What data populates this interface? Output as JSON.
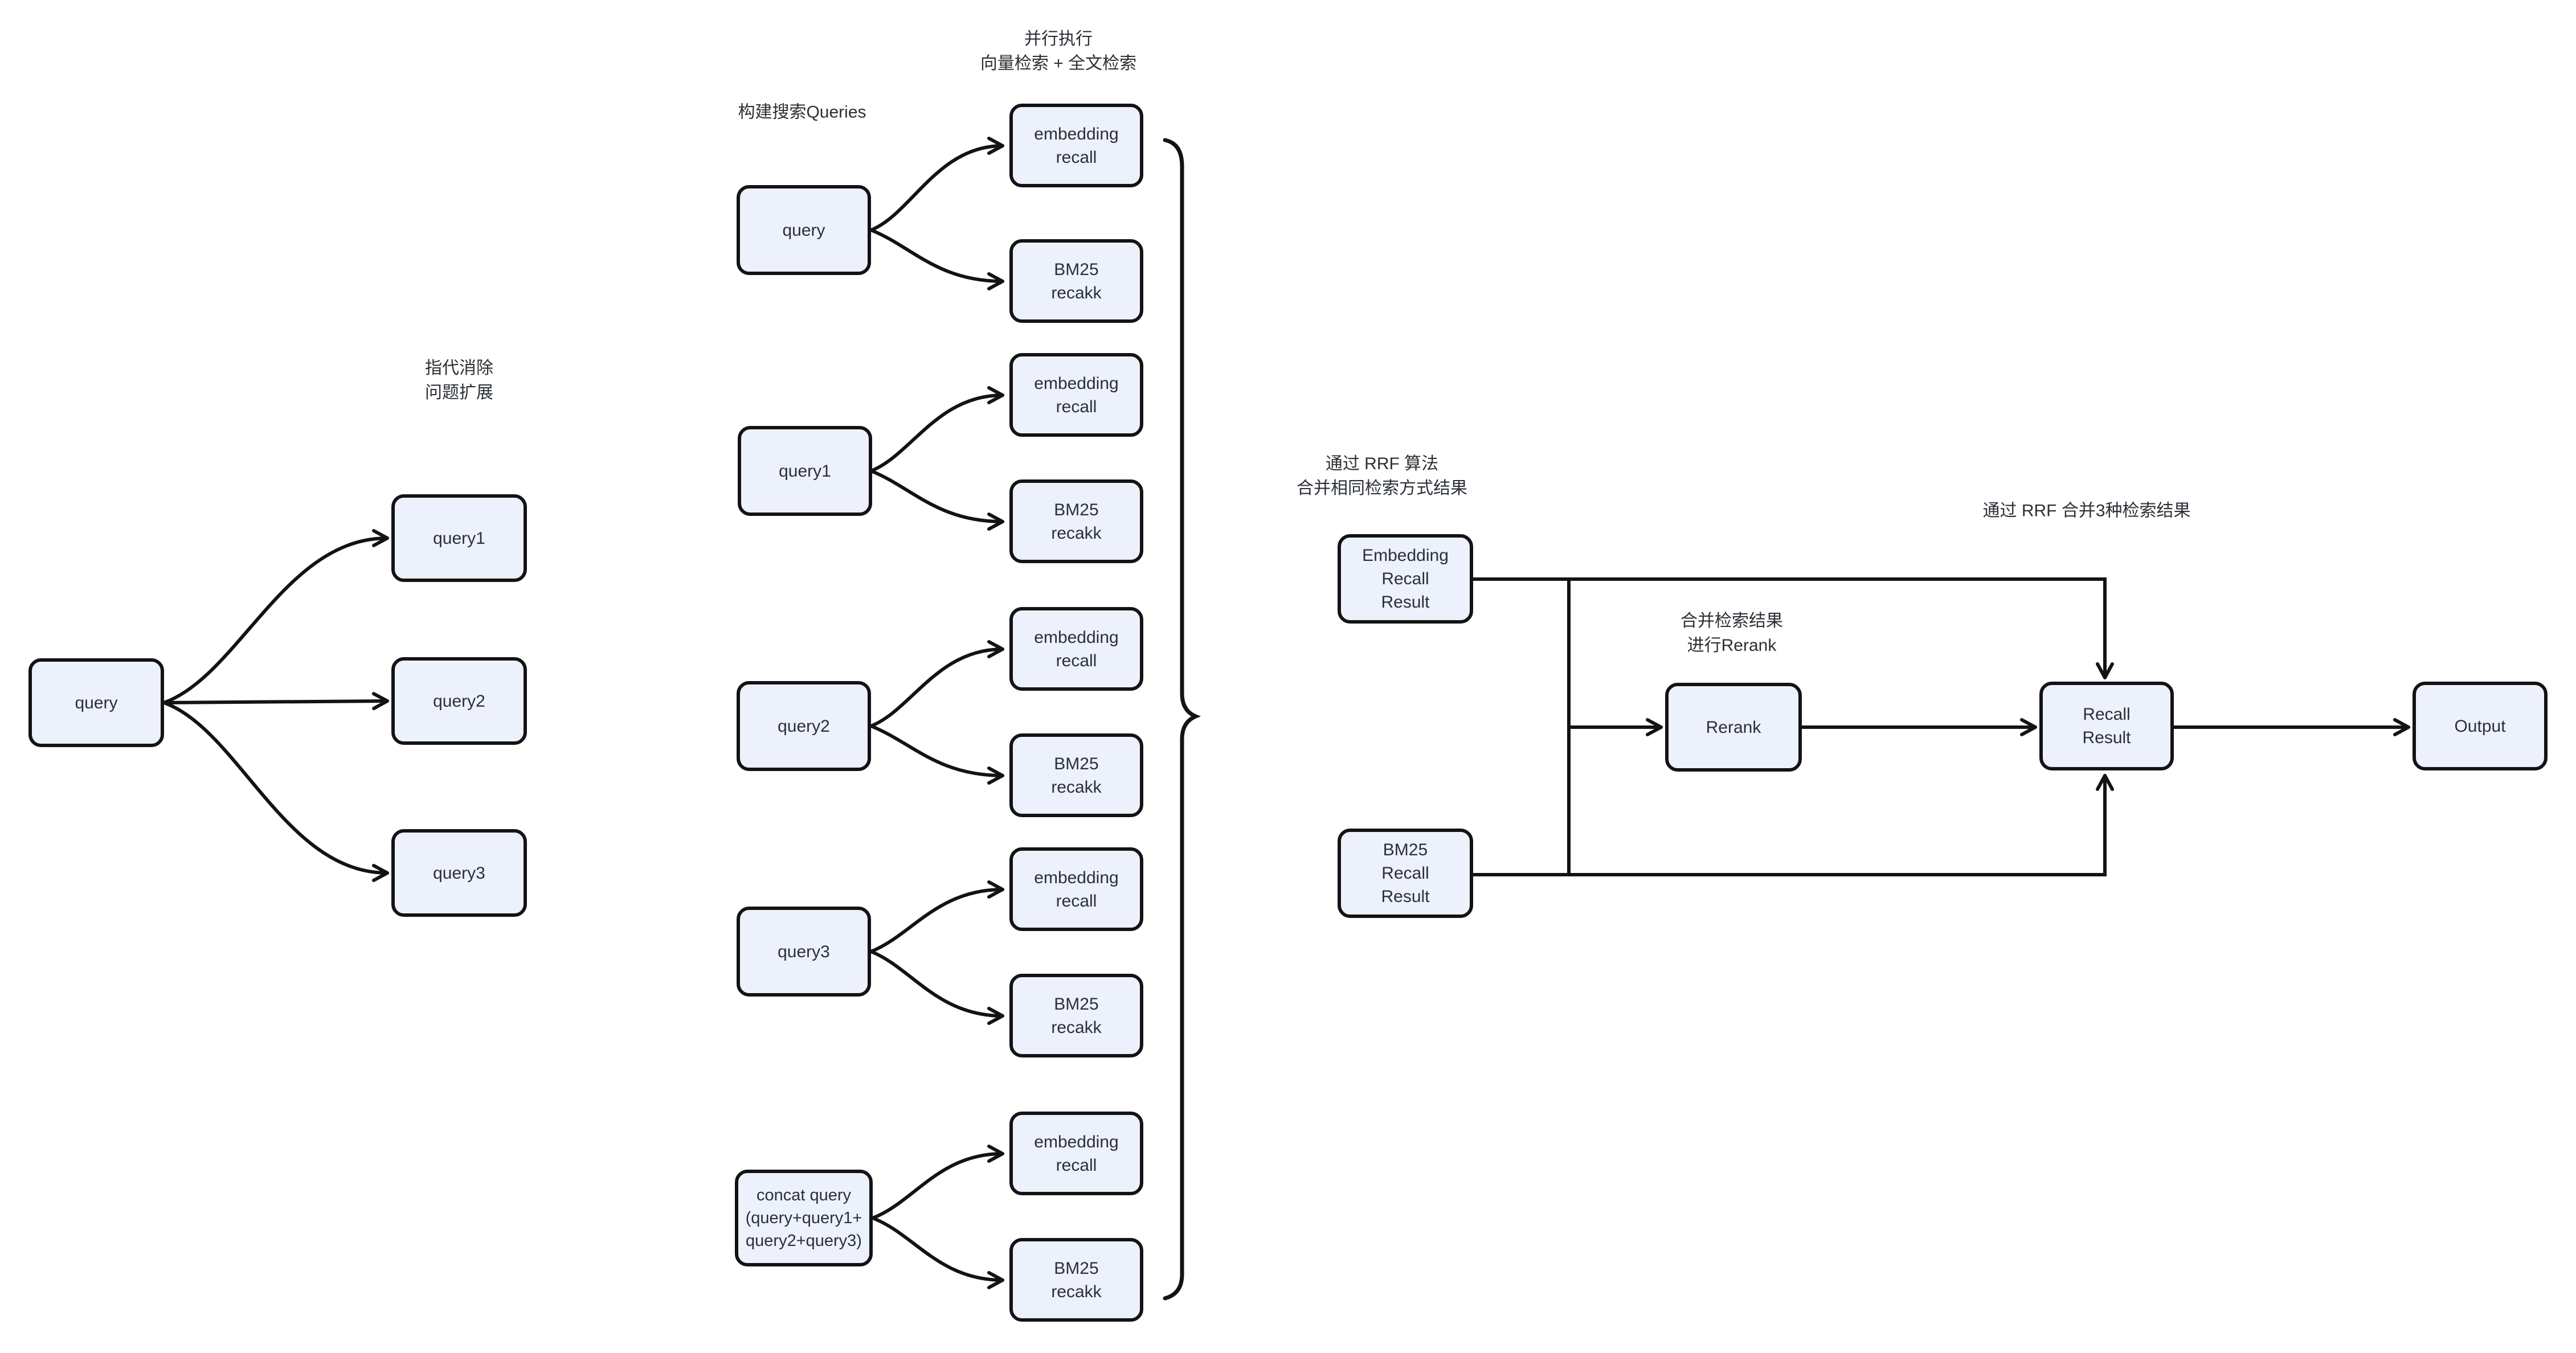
{
  "diagram": {
    "colors": {
      "node_fill": "#edf1fb",
      "node_border": "#131313",
      "text": "#2b3036",
      "edge": "#131313"
    },
    "labels": {
      "coref_expansion": "指代消除\n问题扩展",
      "build_queries": "构建搜索Queries",
      "parallel_exec": "并行执行\n向量检索 + 全文检索",
      "rrf_merge_same": "通过 RRF 算法\n合并相同检索方式结果",
      "merge_rerank": "合并检索结果\n进行Rerank",
      "rrf_merge_three": "通过 RRF 合并3种检索结果"
    },
    "nodes": {
      "query_source": "query",
      "query1": "query1",
      "query2": "query2",
      "query3": "query3",
      "mid_query": "query",
      "mid_query1": "query1",
      "mid_query2": "query2",
      "mid_query3": "query3",
      "concat_query": "concat query\n(query+query1+\nquery2+query3)",
      "embedding_recall": "embedding\nrecall",
      "bm25_recall": "BM25\nrecakk",
      "embedding_recall_result": "Embedding\nRecall\nResult",
      "bm25_recall_result": "BM25\nRecall\nResult",
      "rerank": "Rerank",
      "recall_result": "Recall\nResult",
      "output": "Output"
    }
  }
}
